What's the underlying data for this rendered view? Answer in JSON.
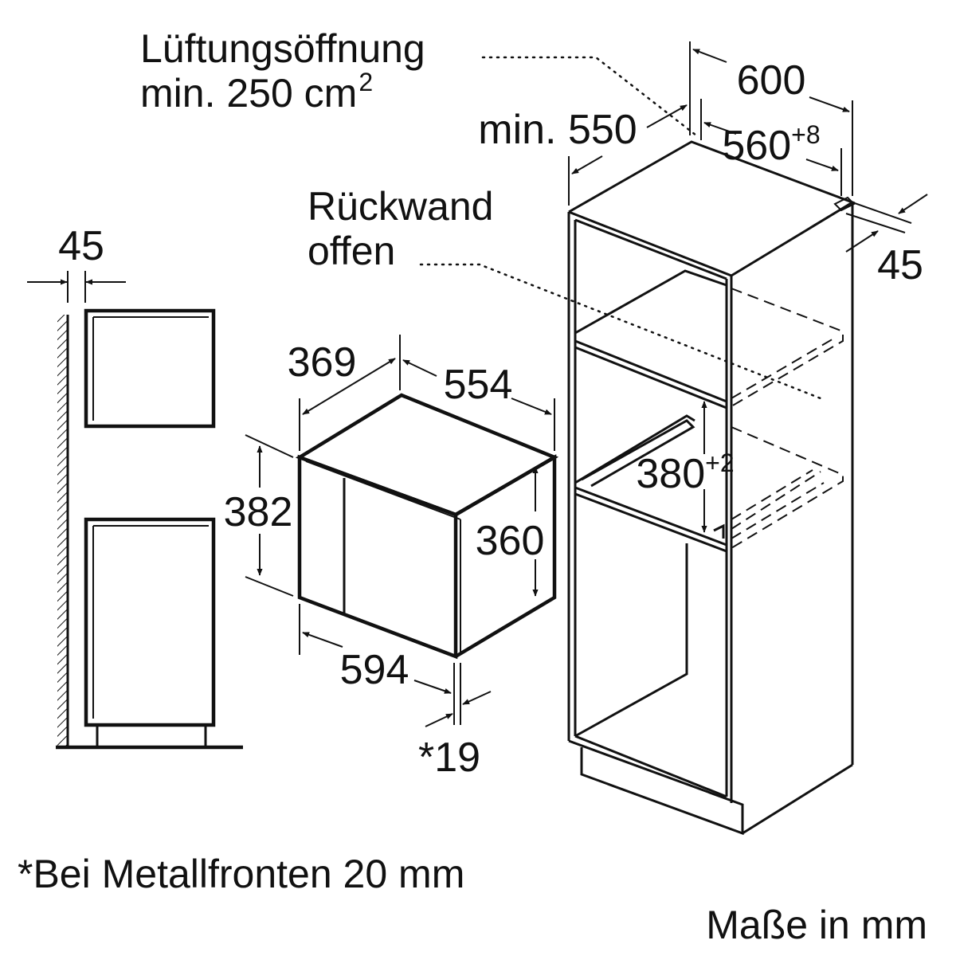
{
  "labels": {
    "ventilation_line1": "Lüftungsöffnung",
    "ventilation_line2": "min. 250 cm",
    "ventilation_sup": "2",
    "back_line1": "Rückwand",
    "back_line2": "offen",
    "footnote": "*Bei Metallfronten 20 mm",
    "units": "Maße in mm"
  },
  "dimensions": {
    "cabinet_width": "600",
    "min_depth": "min. 550",
    "niche_width": "560",
    "niche_width_tol": "+8",
    "panel_45_right": "45",
    "panel_45_left": "45",
    "depth_369": "369",
    "width_554": "554",
    "height_382": "382",
    "height_360": "360",
    "width_594": "594",
    "front_19": "*19",
    "niche_height": "380",
    "niche_height_tol": "+2"
  }
}
